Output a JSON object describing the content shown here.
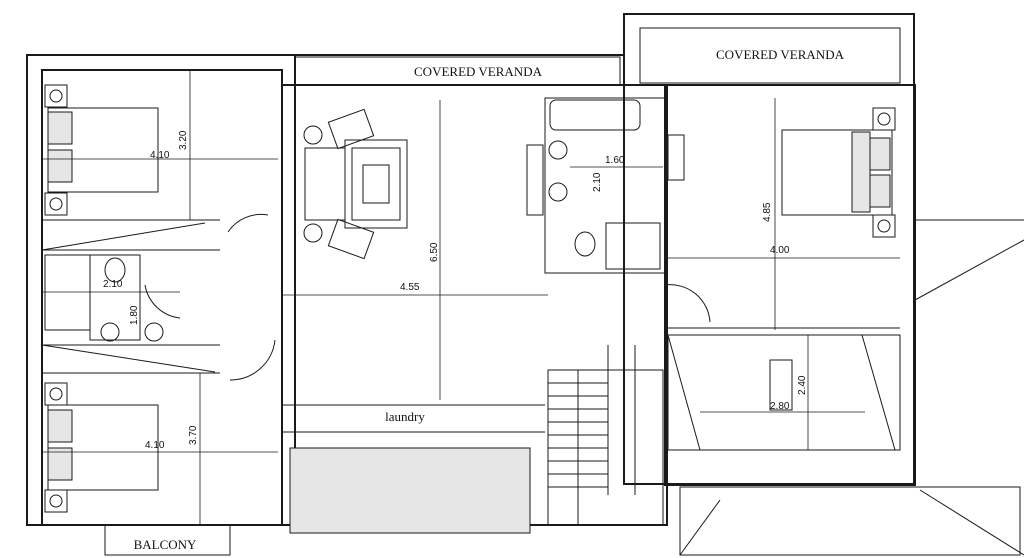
{
  "labels": {
    "covered_veranda_left": "COVERED VERANDA",
    "covered_veranda_right": "COVERED VERANDA",
    "laundry": "laundry",
    "balcony": "BALCONY"
  },
  "dimensions": {
    "bedroom_top_left_width": "4.10",
    "bedroom_top_left_depth": "3.20",
    "bath_left_width": "2.10",
    "bath_left_depth": "1.80",
    "bedroom_bottom_left_width": "4.10",
    "bedroom_bottom_left_depth": "3.70",
    "living_depth": "6.50",
    "living_width": "4.55",
    "bath_right_width": "1.60",
    "bath_right_depth": "2.10",
    "bedroom_right_depth": "4.85",
    "bedroom_right_width": "4.00",
    "room_lower_right_width": "2.80",
    "room_lower_right_depth": "2.40"
  }
}
